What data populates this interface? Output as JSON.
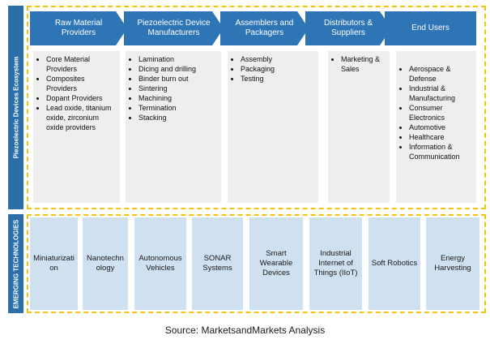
{
  "sidebar": {
    "ecosystem_label": "Piezoelectric Devices Ecosystem",
    "emerging_label": "EMERGING TECHNOLOGIES"
  },
  "stages": [
    {
      "header": "Raw Material Providers",
      "items": [
        "Core Material Providers",
        "Composites Providers",
        "Dopant Providers",
        "Lead oxide, titanium oxide, zirconium oxide providers"
      ]
    },
    {
      "header": "Piezoelectric Device Manufacturers",
      "items": [
        "Lamination",
        "Dicing and drilling",
        "Binder burn out",
        "Sintering",
        "Machining",
        "Termination",
        "Stacking"
      ]
    },
    {
      "header": "Assemblers and Packagers",
      "items": [
        "Assembly",
        "Packaging",
        "Testing"
      ]
    },
    {
      "header": "Distributors & Suppliers",
      "items": [
        "Marketing & Sales"
      ]
    },
    {
      "header": "End Users",
      "items": [
        "Aerospace & Defense",
        "Industrial & Manufacturing",
        "Consumer Electronics",
        "Automotive",
        "Healthcare",
        "Information & Communication"
      ]
    }
  ],
  "technologies": [
    "Miniaturization",
    "Nanotechnology",
    "Autonomous Vehicles",
    "SONAR Systems",
    "Smart Wearable Devices",
    "Industrial Internet of Things (IIoT)",
    "Soft Robotics",
    "Energy Harvesting"
  ],
  "source": "Source: MarketsandMarkets Analysis",
  "colors": {
    "header_blue": "#2e75b6",
    "sidebar_blue": "#2c6fa8",
    "tech_fill": "#cfe0f0",
    "panel_border": "#f2c40d",
    "box_fill": "#eeeeee"
  }
}
